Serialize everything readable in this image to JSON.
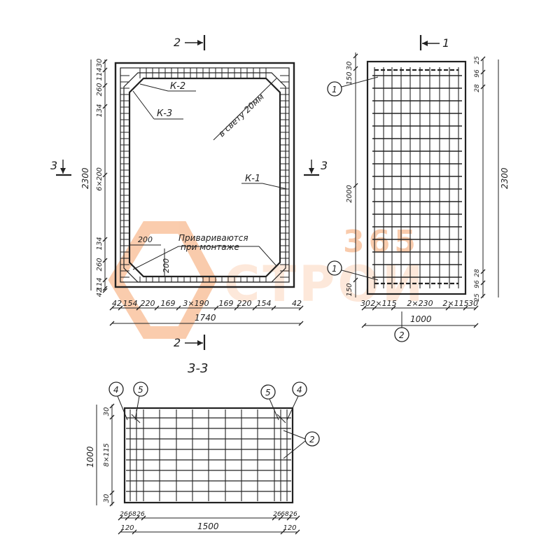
{
  "watermark": {
    "text": "365",
    "brand_text": "СТРОИ",
    "color": "#f5a26a"
  },
  "section_marks": {
    "top_2": "2",
    "bottom_2": "2",
    "left_3": "3",
    "right_3": "3",
    "top_1": "1"
  },
  "front_view": {
    "labels": {
      "k2": "К-2",
      "k3": "К-3",
      "k1": "К-1",
      "clear": "в свету 20мм",
      "weld_line1": "Привариваются",
      "weld_line2": "при монтаже"
    },
    "left_dims": [
      "30",
      "114",
      "260",
      "134",
      "6×200",
      "134",
      "260",
      "114",
      "42"
    ],
    "overall_height": "2300",
    "bottom_dims": [
      "42",
      "154",
      "220",
      "169",
      "3×190",
      "169",
      "220",
      "154",
      "42"
    ],
    "overall_width": "1740",
    "corner_dims": [
      "200",
      "200"
    ]
  },
  "side_view": {
    "left_dims": [
      "30",
      "150",
      "2000",
      "150"
    ],
    "right_dims": [
      "25",
      "96",
      "28",
      "28",
      "96",
      "25"
    ],
    "overall_height": "2300",
    "bottom_dims": [
      "30",
      "2×115",
      "2×230",
      "2×115",
      "30"
    ],
    "overall_width": "1000",
    "markers": [
      "1",
      "1",
      "2"
    ]
  },
  "section_33": {
    "title": "3-3",
    "left_dims": [
      "30",
      "8×115",
      "30"
    ],
    "overall_height": "1000",
    "bottom_dims_left": [
      "26",
      "68",
      "26"
    ],
    "bottom_dims_right": [
      "26",
      "68",
      "26"
    ],
    "edge_dims": [
      "120",
      "120"
    ],
    "overall_width": "1500",
    "markers": [
      "4",
      "5",
      "5",
      "4",
      "2"
    ]
  }
}
